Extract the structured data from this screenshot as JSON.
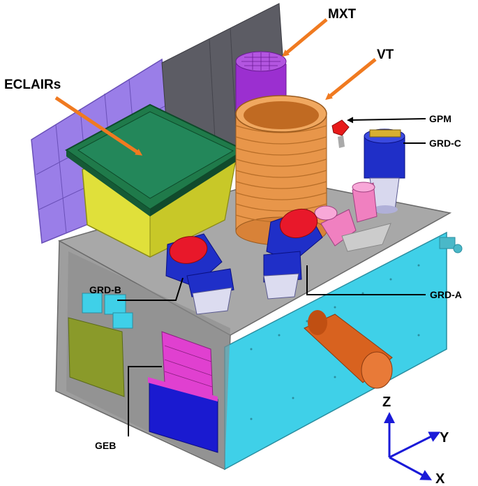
{
  "labels": {
    "mxt": "MXT",
    "vt": "VT",
    "eclairs": "ECLAIRs",
    "gpm": "GPM",
    "grd_c": "GRD-C",
    "grd_b": "GRD-B",
    "grd_a": "GRD-A",
    "geb": "GEB"
  },
  "axes": {
    "z": "Z",
    "y": "Y",
    "x": "X"
  },
  "colors": {
    "eclairs_body": "#e0e03a",
    "eclairs_top": "#1f7a4a",
    "vt": "#e8964a",
    "mxt": "#9b2fd0",
    "platform": "#a8a8a8",
    "side_panel": "#3fd0e8",
    "solar_panel": "#9a7ee8",
    "grd": "#1f2fc8",
    "grd_face": "#e8182a",
    "geb": "#e040d0",
    "geb_box": "#1a1ad0",
    "nozzle": "#d8621f",
    "arrow_orange": "#f07a20",
    "axis_arrow": "#1a1ad8"
  }
}
